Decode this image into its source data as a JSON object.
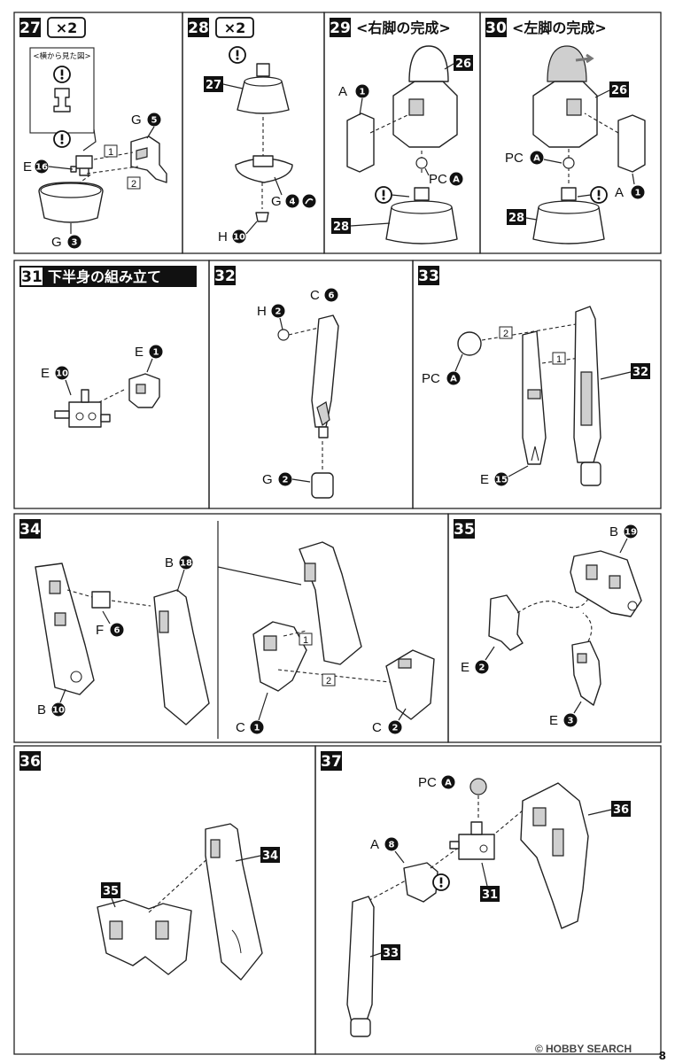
{
  "page_number": "8",
  "watermark": "HOBBY SEARCH",
  "watermark_symbol": "©",
  "steps": [
    {
      "num": "27",
      "multiplier": "×2",
      "inset_title": "<横から見た図>",
      "labels": [
        {
          "letter": "G",
          "n": "5"
        },
        {
          "letter": "E",
          "n": "16"
        },
        {
          "letter": "G",
          "n": "3"
        }
      ],
      "order": [
        "1",
        "2"
      ]
    },
    {
      "num": "28",
      "multiplier": "×2",
      "labels": [
        {
          "ref": "27"
        },
        {
          "letter": "G",
          "n": "4"
        },
        {
          "letter": "H",
          "n": "10"
        }
      ]
    },
    {
      "num": "29",
      "title": "<右脚の完成>",
      "labels": [
        {
          "letter": "A",
          "n": "1"
        },
        {
          "ref": "26"
        },
        {
          "letter": "PC",
          "n": "A"
        },
        {
          "ref": "28"
        }
      ]
    },
    {
      "num": "30",
      "title": "<左脚の完成>",
      "labels": [
        {
          "ref": "26"
        },
        {
          "letter": "PC",
          "n": "A"
        },
        {
          "letter": "A",
          "n": "1"
        },
        {
          "ref": "28"
        }
      ]
    },
    {
      "num": "31",
      "title": "下半身の組み立て",
      "labels": [
        {
          "letter": "E",
          "n": "1"
        },
        {
          "letter": "E",
          "n": "10"
        }
      ]
    },
    {
      "num": "32",
      "labels": [
        {
          "letter": "H",
          "n": "2"
        },
        {
          "letter": "C",
          "n": "6"
        },
        {
          "letter": "G",
          "n": "2"
        }
      ]
    },
    {
      "num": "33",
      "labels": [
        {
          "letter": "PC",
          "n": "A"
        },
        {
          "ref": "32"
        },
        {
          "letter": "E",
          "n": "15"
        }
      ],
      "order": [
        "2",
        "1"
      ]
    },
    {
      "num": "34",
      "labels": [
        {
          "letter": "B",
          "n": "18"
        },
        {
          "letter": "F",
          "n": "6"
        },
        {
          "letter": "B",
          "n": "10"
        },
        {
          "letter": "C",
          "n": "1"
        },
        {
          "letter": "C",
          "n": "2"
        }
      ],
      "order": [
        "1",
        "2"
      ]
    },
    {
      "num": "35",
      "labels": [
        {
          "letter": "B",
          "n": "19"
        },
        {
          "letter": "E",
          "n": "2"
        },
        {
          "letter": "E",
          "n": "3"
        }
      ]
    },
    {
      "num": "36",
      "labels": [
        {
          "ref": "35"
        },
        {
          "ref": "34"
        }
      ]
    },
    {
      "num": "37",
      "labels": [
        {
          "letter": "PC",
          "n": "A"
        },
        {
          "ref": "36"
        },
        {
          "letter": "A",
          "n": "8"
        },
        {
          "ref": "31"
        },
        {
          "ref": "33"
        }
      ]
    }
  ]
}
